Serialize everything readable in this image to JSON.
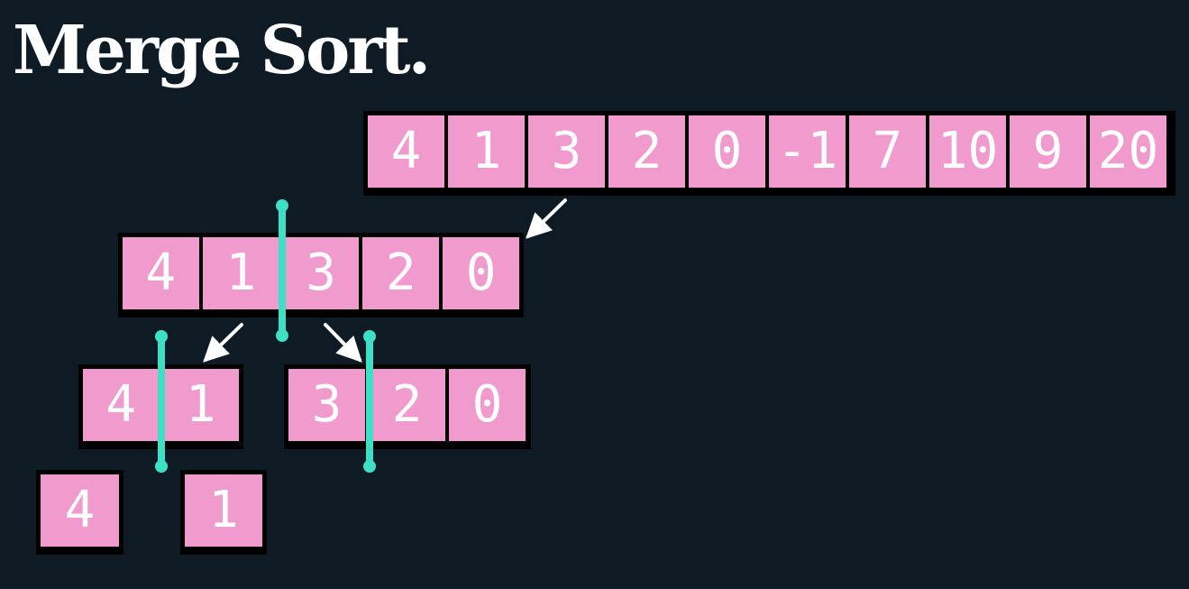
{
  "title": "Merge Sort.",
  "colors": {
    "background": "#0f1b24",
    "cell": "#f19acd",
    "cell_border": "#000000",
    "split_marker": "#3de0c4",
    "arrow": "#ffffff"
  },
  "arrays": {
    "root": [
      "4",
      "1",
      "3",
      "2",
      "0",
      "-1",
      "7",
      "10",
      "9",
      "20"
    ],
    "left_half": [
      "4",
      "1",
      "3",
      "2",
      "0"
    ],
    "left_left": [
      "4",
      "1"
    ],
    "left_right": [
      "3",
      "2",
      "0"
    ],
    "leaf_a": [
      "4"
    ],
    "leaf_b": [
      "1"
    ]
  },
  "icons": {
    "arrow": "arrow-icon",
    "split_marker": "split-marker-icon"
  }
}
